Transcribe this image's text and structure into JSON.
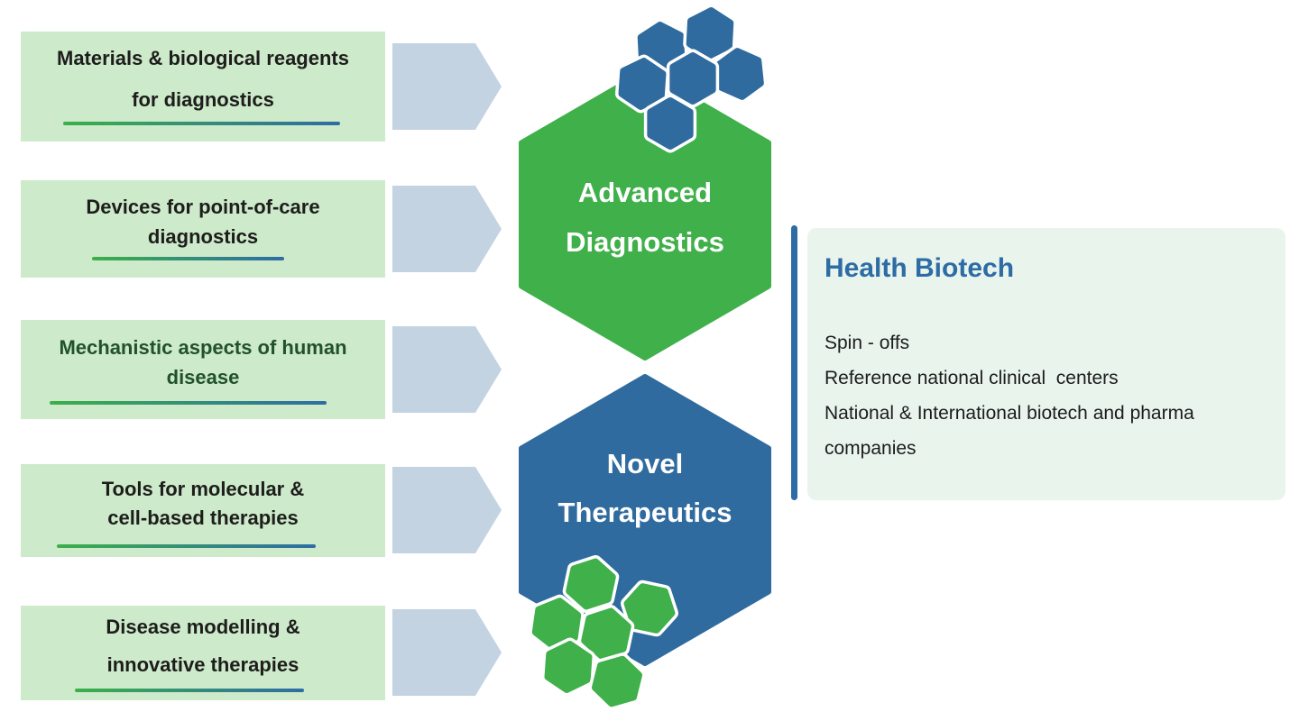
{
  "palette": {
    "box_green": "#cdeacb",
    "box_text_dark": "#1d1d1b",
    "box_text_green": "#215229",
    "arrow_steel_blue": "#c3d3e2",
    "hex_green": "#3fb04a",
    "hex_blue": "#2f6b9e",
    "accent_blue": "#2d6ca4",
    "panel_bg": "#e9f4ed",
    "underline_gradient_start": "#3bb04a",
    "underline_gradient_end": "#2e6da4"
  },
  "pipeline": {
    "items": [
      {
        "line1": "Materials & biological reagents",
        "line2": "for diagnostics"
      },
      {
        "line1": "Devices for point-of-care",
        "line2": "diagnostics"
      },
      {
        "line1": "Mechanistic aspects of human",
        "line2": "disease"
      },
      {
        "line1": "Tools for molecular &",
        "line2": "cell-based therapies"
      },
      {
        "line1": "Disease modelling &",
        "line2": "innovative therapies"
      }
    ]
  },
  "hexagons": {
    "diagnostics": {
      "line1": "Advanced",
      "line2": "Diagnostics"
    },
    "therapeutics": {
      "line1": "Novel",
      "line2": "Therapeutics"
    }
  },
  "outcome_panel": {
    "title": "Health Biotech",
    "items": [
      "Spin - offs",
      "Reference national clinical  centers",
      "National & International biotech and pharma companies"
    ]
  }
}
